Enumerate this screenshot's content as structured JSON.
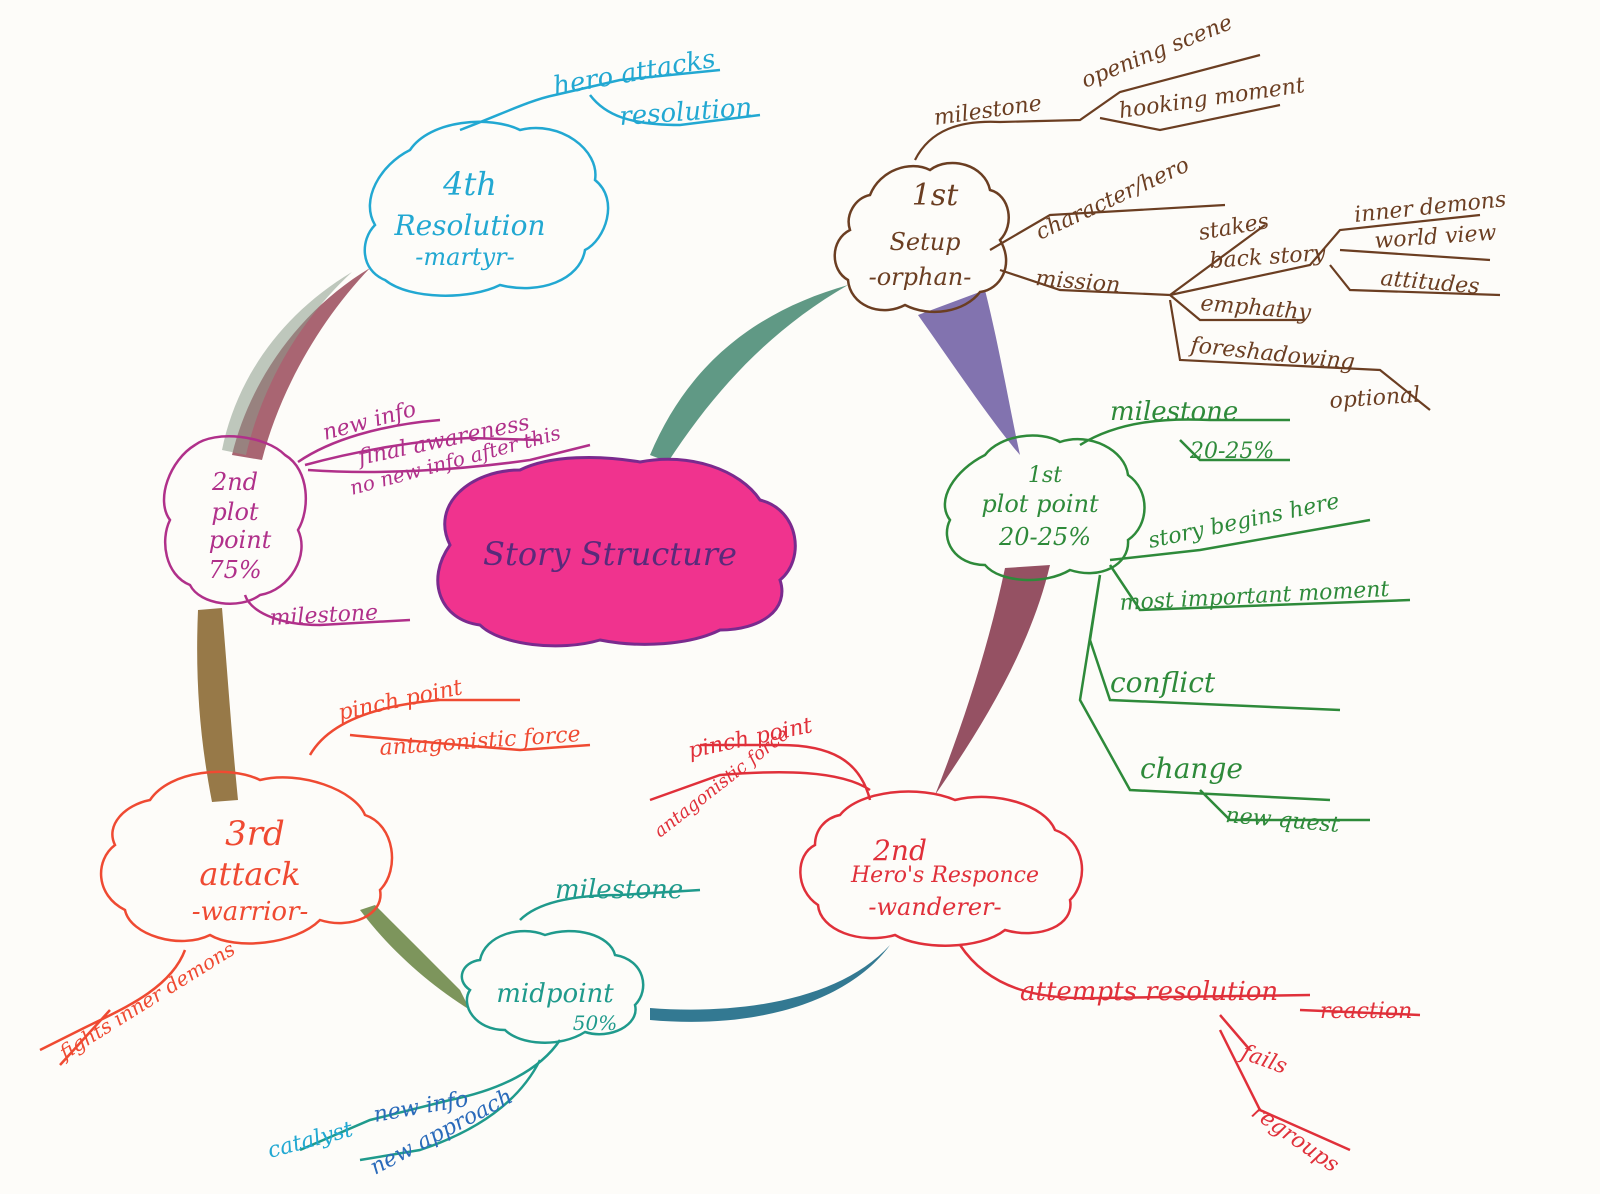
{
  "center": {
    "label": "Story Structure",
    "color": "#e8308a"
  },
  "nodes": {
    "setup": {
      "lines": [
        "1st",
        "Setup",
        "-orphan-"
      ],
      "color": "#6b3e22"
    },
    "plot_point_1": {
      "lines": [
        "1st",
        "plot point",
        "20-25%"
      ],
      "color": "#2e8a3a"
    },
    "heros_response": {
      "lines": [
        "2nd",
        "Hero's Responce",
        "-wanderer-"
      ],
      "color": "#e0303a"
    },
    "midpoint": {
      "lines": [
        "midpoint",
        "50%"
      ],
      "color": "#1f9a8c"
    },
    "attack": {
      "lines": [
        "3rd",
        "attack",
        "-warrior-"
      ],
      "color": "#ef4a32"
    },
    "plot_point_2": {
      "lines": [
        "2nd",
        "plot",
        "point",
        "75%"
      ],
      "color": "#b0308a"
    },
    "resolution": {
      "lines": [
        "4th",
        "Resolution",
        "-martyr-"
      ],
      "color": "#22a8d2"
    }
  },
  "branches": {
    "setup": [
      "milestone",
      "opening scene",
      "hooking moment",
      "character/hero",
      "mission",
      "stakes",
      "back story",
      "inner demons",
      "world view",
      "attitudes",
      "emphathy",
      "foreshadowing",
      "optional"
    ],
    "plot_point_1": [
      "milestone",
      "20-25%",
      "story begins here",
      "most important moment",
      "conflict",
      "change",
      "new quest"
    ],
    "heros_response": [
      "pinch point",
      "antagonistic force",
      "attempts resolution",
      "reaction",
      "fails",
      "regroups"
    ],
    "midpoint": [
      "milestone",
      "catalyst",
      "new info",
      "new approach"
    ],
    "attack": [
      "pinch point",
      "antagonistic force",
      "fights inner demons"
    ],
    "plot_point_2": [
      "new info",
      "final awareness",
      "no new info after this",
      "milestone"
    ],
    "resolution": [
      "hero attacks",
      "resolution"
    ]
  },
  "connector_colors": [
    "#4f8e78",
    "#7464a6",
    "#8a3e52",
    "#1d6a86",
    "#6f8a4a",
    "#8c6a34",
    "#9a4a5a"
  ]
}
